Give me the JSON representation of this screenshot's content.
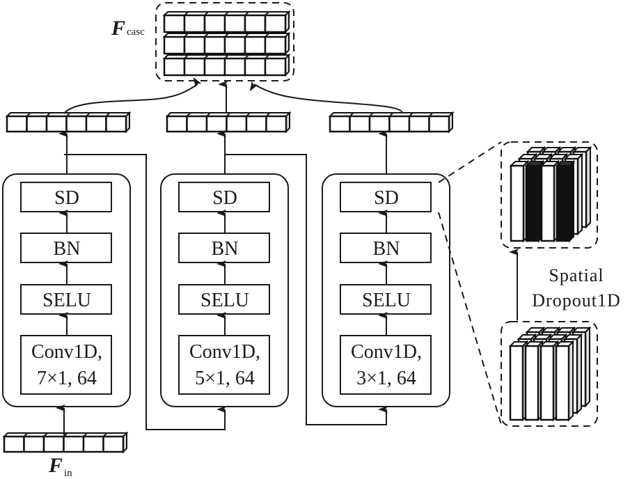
{
  "diagram": {
    "f_casc": {
      "symbol": "F",
      "subscript": "casc"
    },
    "f_in": {
      "symbol": "F",
      "subscript": "in"
    },
    "branches": [
      {
        "layers": [
          "SD",
          "BN",
          "SELU"
        ],
        "conv_line1": "Conv1D,",
        "conv_line2": "7×1, 64"
      },
      {
        "layers": [
          "SD",
          "BN",
          "SELU"
        ],
        "conv_line1": "Conv1D,",
        "conv_line2": "5×1, 64"
      },
      {
        "layers": [
          "SD",
          "BN",
          "SELU"
        ],
        "conv_line1": "Conv1D,",
        "conv_line2": "3×1, 64"
      }
    ],
    "feature_cells": 6,
    "casc_rows": 3,
    "dropout_label_line1": "Spatial",
    "dropout_label_line2": "Dropout1D",
    "dropout_columns": 4,
    "dropped_columns": [
      1,
      3
    ]
  }
}
